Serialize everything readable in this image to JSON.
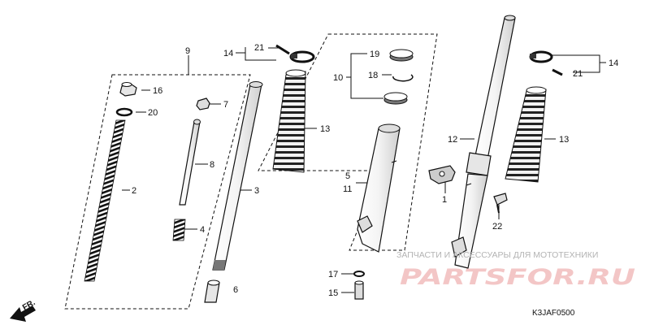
{
  "diagram_code": "K3JAF0500",
  "direction_label": "FR.",
  "watermark": {
    "text": "ЗАПЧАСТИ И АКСЕССУАРЫ ДЛЯ МОТОТЕХНИКИ",
    "logo": "PARTSFOR.RU"
  },
  "callouts": {
    "c1": "1",
    "c2": "2",
    "c3": "3",
    "c4": "4",
    "c5": "5",
    "c6": "6",
    "c7": "7",
    "c8": "8",
    "c9": "9",
    "c10": "10",
    "c11": "11",
    "c12": "12",
    "c13a": "13",
    "c13b": "13",
    "c14a": "14",
    "c14b": "14",
    "c15": "15",
    "c16": "16",
    "c17": "17",
    "c18": "18",
    "c19": "19",
    "c20": "20",
    "c21a": "21",
    "c21b": "21",
    "c22": "22"
  }
}
